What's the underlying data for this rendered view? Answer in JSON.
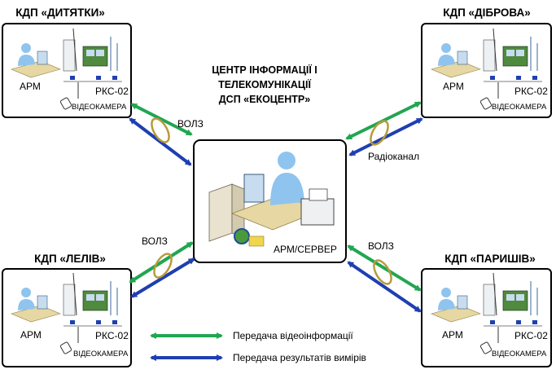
{
  "center": {
    "title_lines": [
      "ЦЕНТР ІНФОРМАЦІЇ І",
      "ТЕЛЕКОМУНІКАЦІЇ",
      "ДСП «ЕКОЦЕНТР»"
    ],
    "server_label": "АРМ/СЕРВЕР"
  },
  "stations": {
    "tl": {
      "title": "КДП «ДИТЯТКИ»",
      "arm": "АРМ",
      "rks": "РКС-02",
      "camera": "ВІДЕОКАМЕРА"
    },
    "tr": {
      "title": "КДП «ДІБРОВА»",
      "arm": "АРМ",
      "rks": "РКС-02",
      "camera": "ВІДЕОКАМЕРА"
    },
    "bl": {
      "title": "КДП «ЛЕЛІВ»",
      "arm": "АРМ",
      "rks": "РКС-02",
      "camera": "ВІДЕОКАМЕРА"
    },
    "br": {
      "title": "КДП «ПАРИШІВ»",
      "arm": "АРМ",
      "rks": "РКС-02",
      "camera": "ВІДЕОКАМЕРА"
    }
  },
  "links": {
    "tl": "ВОЛЗ",
    "tr": "Радіоканал",
    "bl": "ВОЛЗ",
    "br": "ВОЛЗ"
  },
  "legend": {
    "video": "Передача відеоінформації",
    "results": "Передача результатів вимірів"
  },
  "colors": {
    "green_arrow": "#21a651",
    "blue_arrow": "#1f3fb0",
    "ring": "#b89a3c"
  }
}
